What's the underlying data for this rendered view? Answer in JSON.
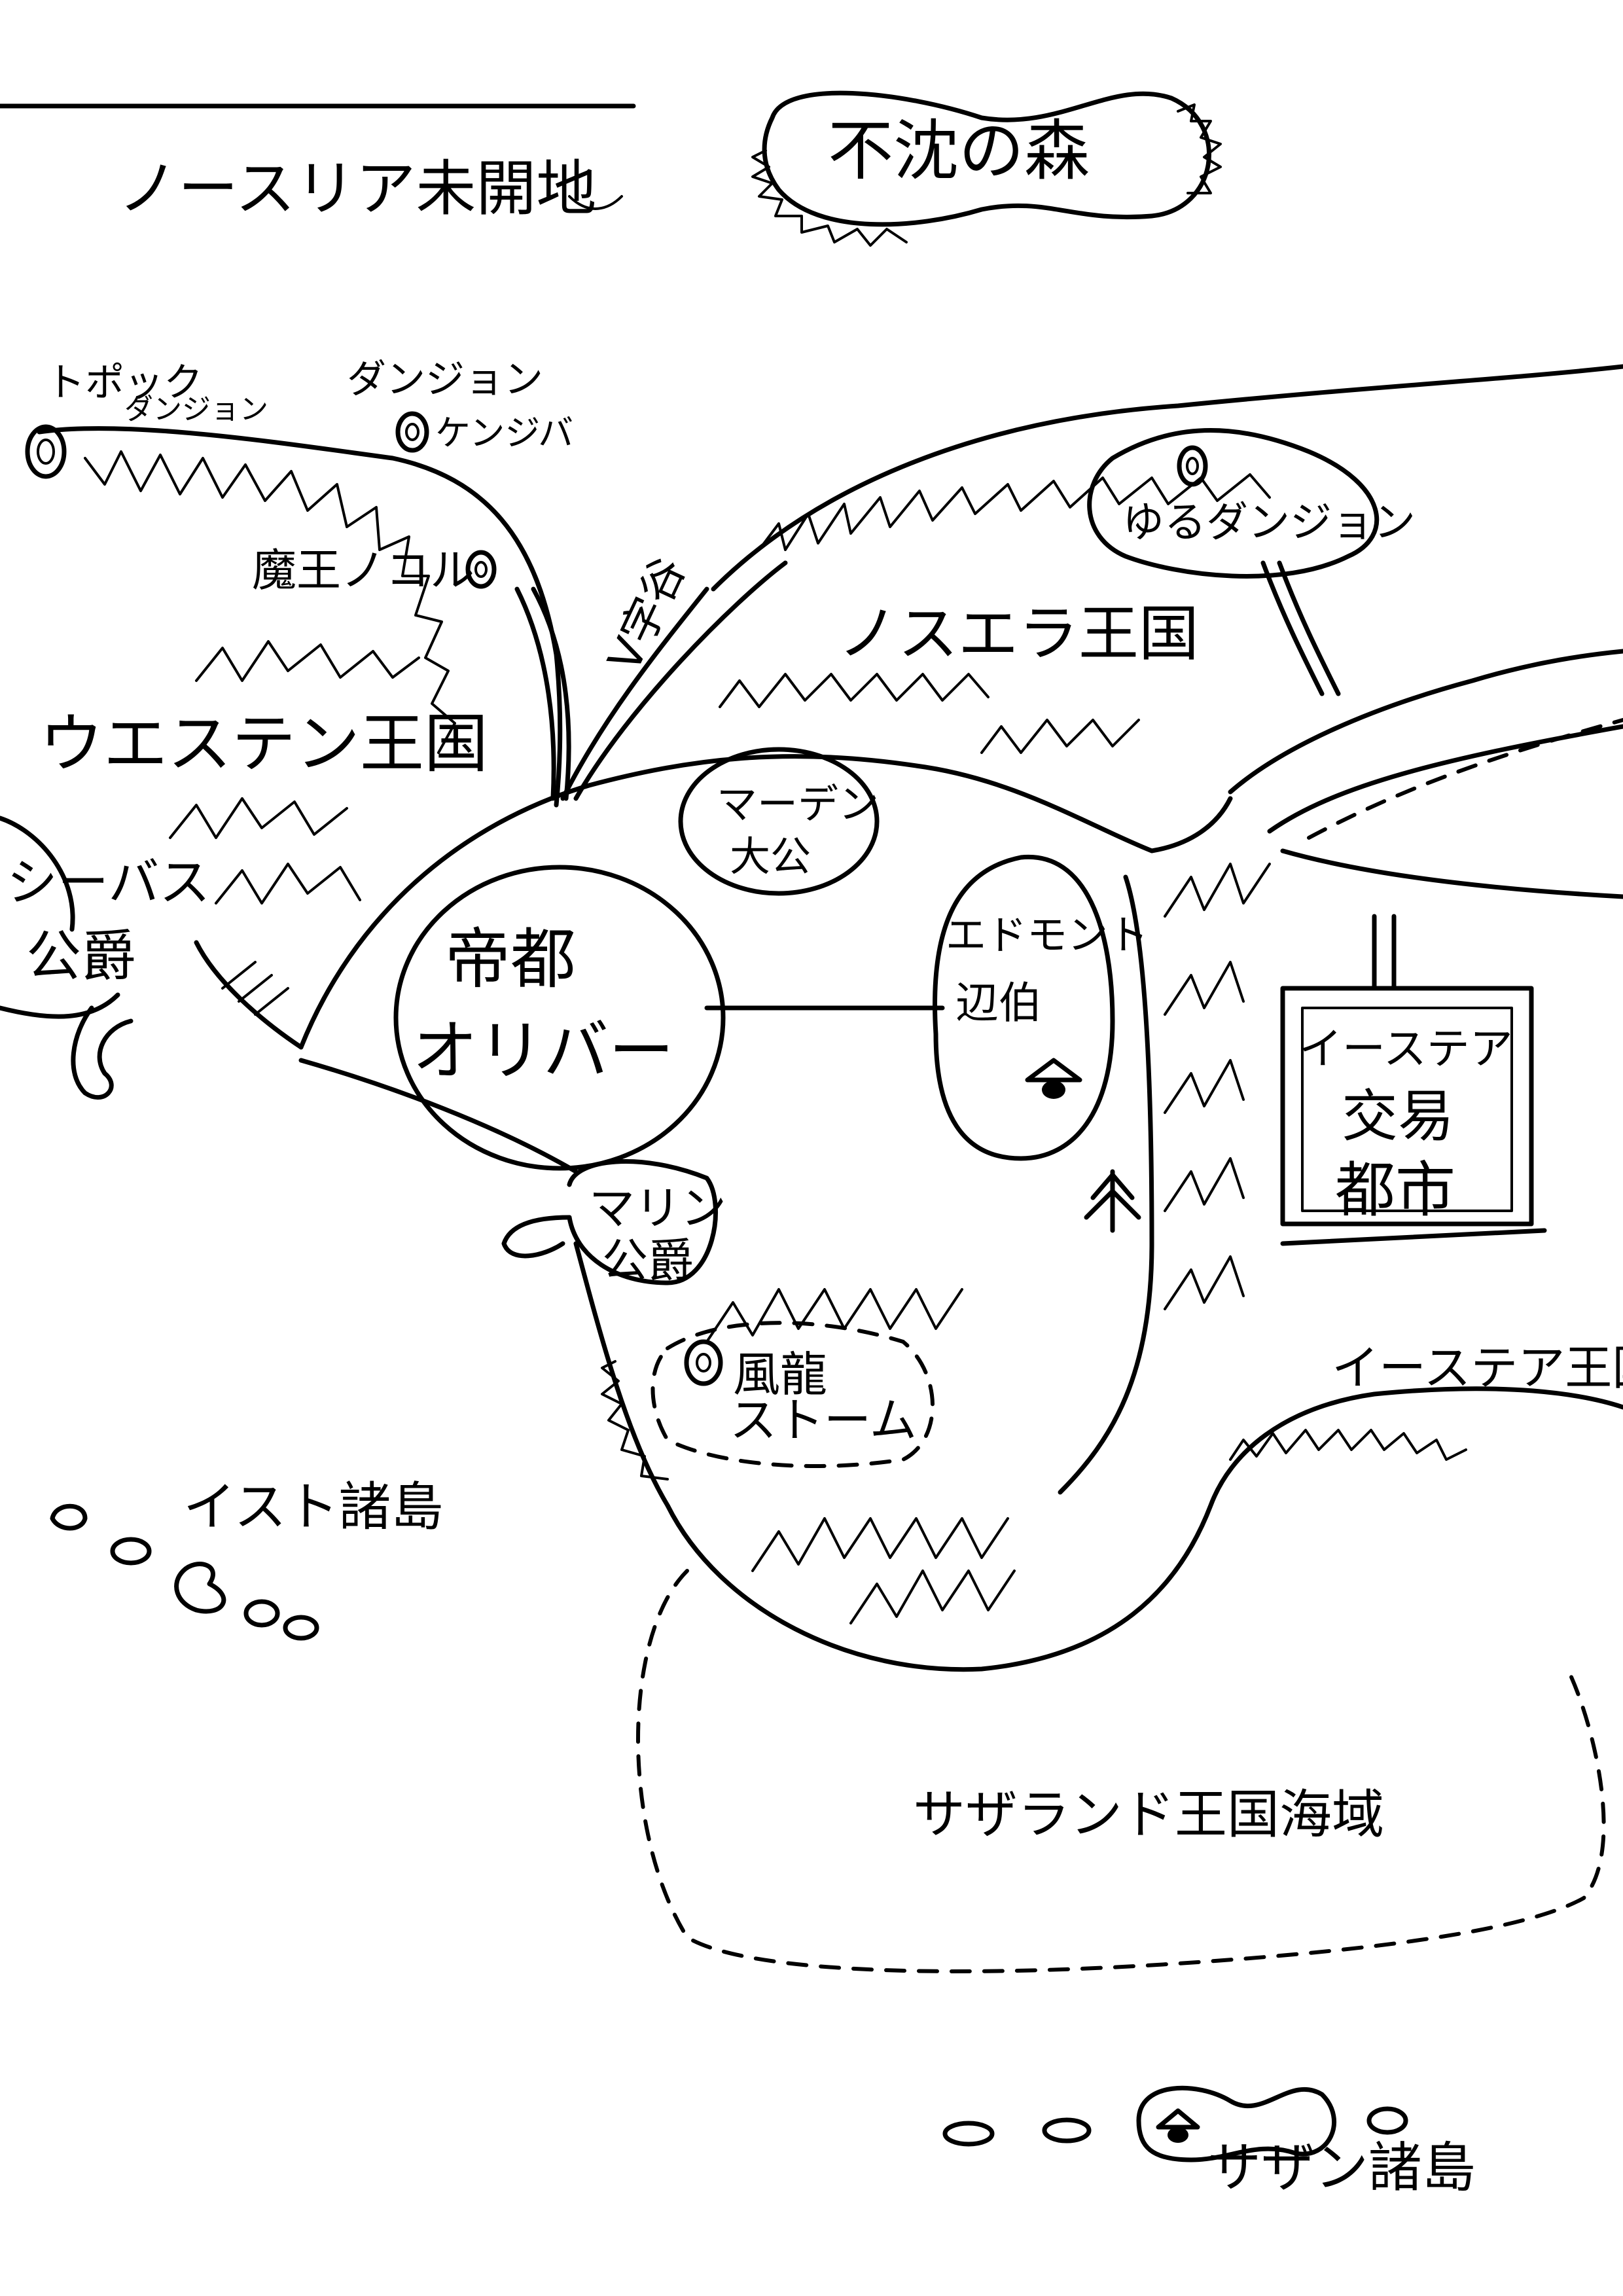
{
  "map": {
    "labels": {
      "northern_wasteland": "ノースリア未開地",
      "unsinking_forest": "不沈の森",
      "topock_dungeon_1": "トポック",
      "topock_dungeon_2": "ダンジョン",
      "kenjiba_dungeon_1": "ダンジョン",
      "kenjiba_dungeon_2": "ケンジバ",
      "demon_king": "魔王ノコル",
      "v_valley": "V字谷",
      "yuru_dungeon": "ゆるダンジョン",
      "nosuera_kingdom": "ノスエラ王国",
      "western_kingdom": "ウエステン王国",
      "seabass_duke_1": "シーバス",
      "seabass_duke_2": "公爵",
      "marden_archduke_1": "マーデン",
      "marden_archduke_2": "大公",
      "capital_oliver_1": "帝都",
      "capital_oliver_2": "オリバー",
      "edmont_margrave_1": "エドモント",
      "edmont_margrave_2": "辺伯",
      "eastear_city_1": "イーステア",
      "eastear_city_2": "交易",
      "eastear_city_3": "都市",
      "marine_duke_1": "マリン",
      "marine_duke_2": "公爵",
      "wind_dragon_1": "風龍",
      "wind_dragon_2": "ストーム",
      "eastear_kingdom": "イーステア王国",
      "ist_islands": "イスト諸島",
      "southland_waters": "サザランド王国海域",
      "southern_islands": "サザン諸島"
    },
    "colors": {
      "ink": "#000000",
      "paper": "#ffffff"
    }
  }
}
